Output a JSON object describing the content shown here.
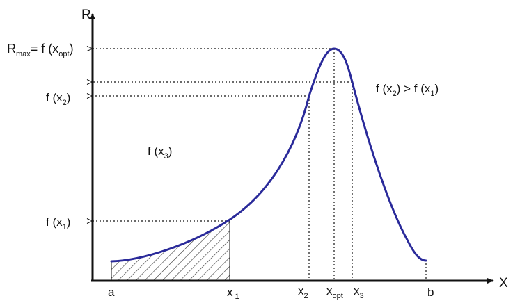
{
  "diagram": {
    "y_axis_label": "R",
    "x_axis_label": "X",
    "y_labels": {
      "rmax": {
        "text": "R",
        "sub": "max",
        "eq": "= f (x",
        "sub2": "opt",
        "close": ")"
      },
      "fx2": {
        "text": "f (x",
        "sub": "2",
        "close": ")"
      },
      "fx1": {
        "text": "f (x",
        "sub": "1",
        "close": ")"
      }
    },
    "x_labels": {
      "a": "a",
      "x1": {
        "text": "x",
        "sub": "1"
      },
      "x2": {
        "text": "x",
        "sub": "2"
      },
      "xopt": {
        "text": "x",
        "sub": "opt"
      },
      "x3": {
        "text": "x",
        "sub": "3"
      },
      "b": "b"
    },
    "annotations": {
      "fx3": {
        "text": "f (x",
        "sub": "3",
        "close": ")"
      },
      "comparison": {
        "left": "f (x",
        "lsub": "2",
        "mid": ") > f (x",
        "rsub": "1",
        "close": ")"
      }
    },
    "colors": {
      "curve": "#2a2a9a",
      "axis": "#111111",
      "guide": "#111111",
      "hatch": "#333333"
    }
  }
}
